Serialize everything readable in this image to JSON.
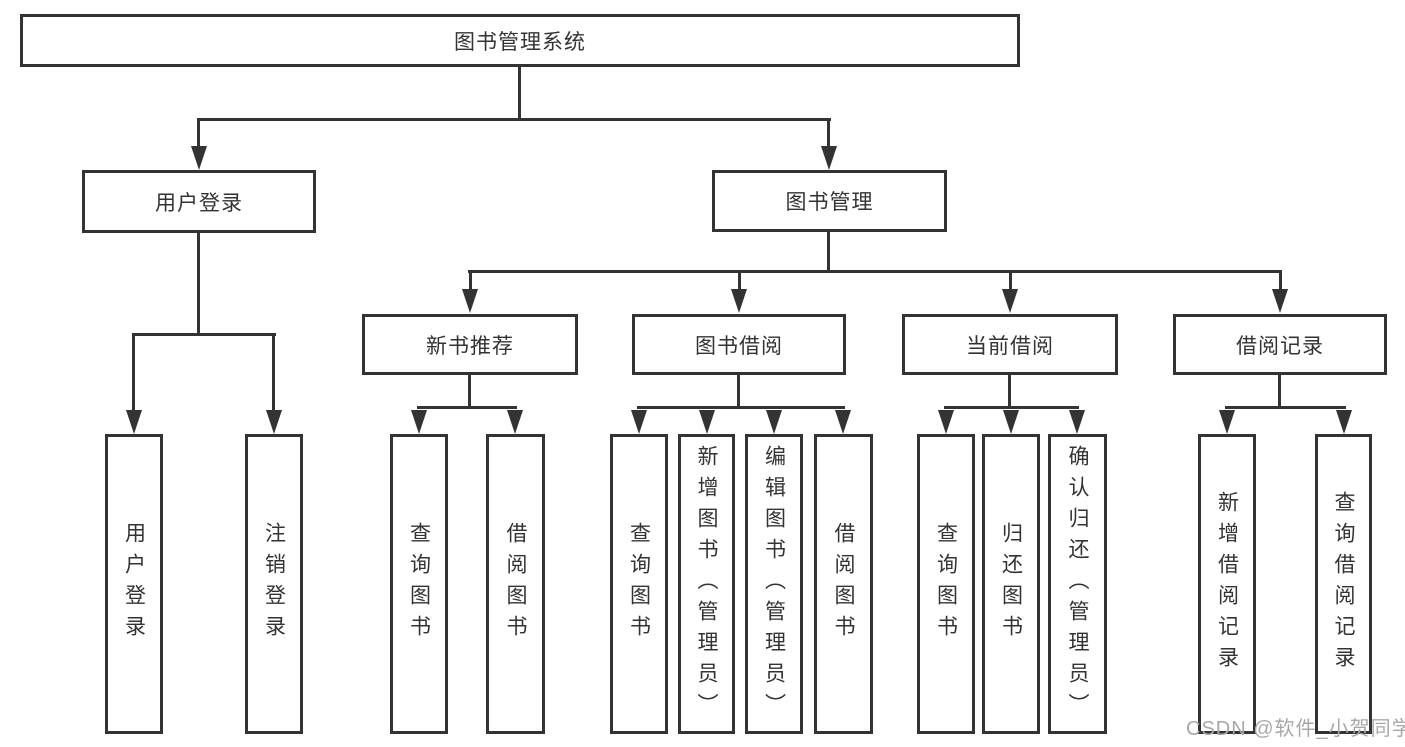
{
  "diagram": {
    "root": {
      "label": "图书管理系统"
    },
    "level2": {
      "user_login": {
        "label": "用户登录"
      },
      "book_management": {
        "label": "图书管理"
      }
    },
    "level3": {
      "new_book_recommend": {
        "label": "新书推荐"
      },
      "book_borrowing": {
        "label": "图书借阅"
      },
      "current_borrowing": {
        "label": "当前借阅"
      },
      "borrowing_records": {
        "label": "借阅记录"
      }
    },
    "leaves": {
      "user_login": "用户登录",
      "logout": "注销登录",
      "recommend_query_books": "查询图书",
      "recommend_borrow_books": "借阅图书",
      "borrowing_query_books": "查询图书",
      "add_books_admin": "新增图书（管理员）",
      "edit_books_admin": "编辑图书（管理员）",
      "borrowing_borrow_books": "借阅图书",
      "current_query_books": "查询图书",
      "return_books": "归还图书",
      "confirm_return_admin": "确认归还（管理员）",
      "add_borrow_record": "新增借阅记录",
      "query_borrow_record": "查询借阅记录"
    }
  },
  "watermark": "CSDN @软件_小贺同学",
  "colors": {
    "line": "#333333",
    "text": "#333333",
    "watermark": "#a8a8a8",
    "background": "#ffffff"
  }
}
